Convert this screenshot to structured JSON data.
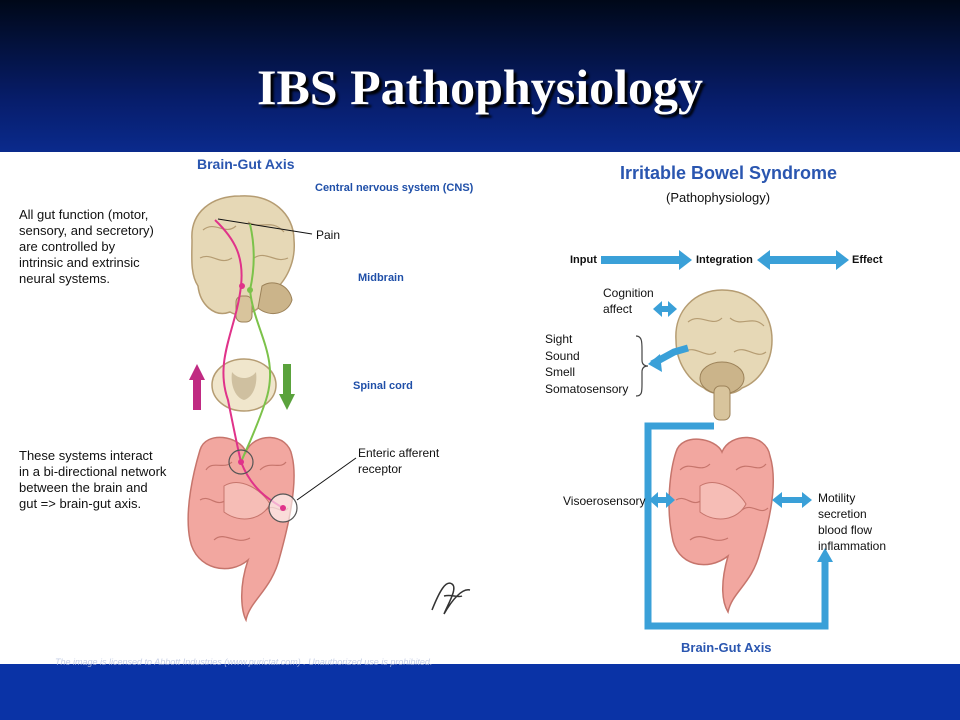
{
  "slide": {
    "title": "IBS Pathophysiology"
  },
  "left_panel": {
    "heading": "Brain-Gut Axis",
    "cns_label": "Central nervous system (CNS)",
    "pain_label": "Pain",
    "midbrain_label": "Midbrain",
    "spinal_cord_label": "Spinal cord",
    "enteric_label_line1": "Enteric afferent",
    "enteric_label_line2": "receptor",
    "text1": [
      "All gut function (motor,",
      "sensory, and secretory)",
      "are controlled by",
      "intrinsic and extrinsic",
      "neural systems."
    ],
    "text2": [
      "These systems interact",
      "in a bi-directional network",
      "between the brain and",
      "gut => brain-gut axis."
    ]
  },
  "right_panel": {
    "heading": "Irritable Bowel Syndrome",
    "subheading": "(Pathophysiology)",
    "flow": {
      "input": "Input",
      "integration": "Integration",
      "effect": "Effect"
    },
    "cognition": [
      "Cognition",
      "affect"
    ],
    "senses": [
      "Sight",
      "Sound",
      "Smell",
      "Somatosensory"
    ],
    "visceral": "Visoerosensory",
    "effects": [
      "Motility",
      "secretion",
      "blood flow",
      "inflammation"
    ],
    "footer": "Brain-Gut Axis"
  },
  "watermark": "The image is licensed to Abbott Industries (www.purictat.com) . Unauthorized use is prohibited.",
  "colors": {
    "accent_blue": "#3aa0d8",
    "pink_pathway": "#e0338a",
    "green_pathway": "#7cc24a",
    "tissue": "#f2a7a0"
  }
}
